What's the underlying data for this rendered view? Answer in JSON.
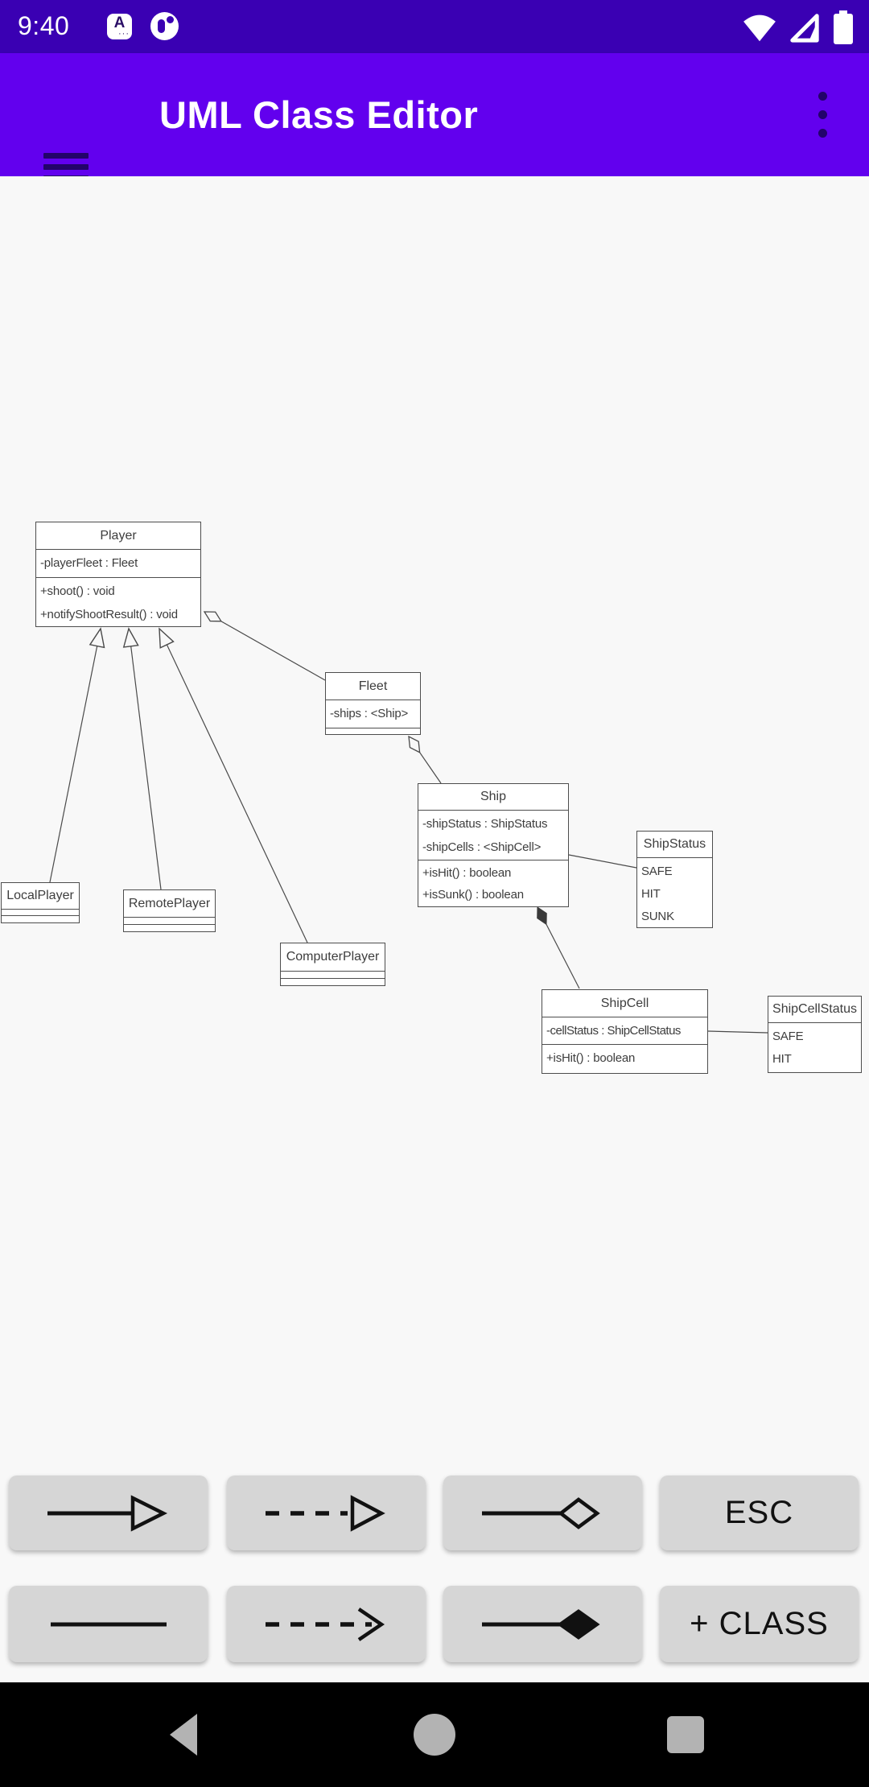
{
  "status_bar": {
    "time": "9:40",
    "notification_icons": [
      "app-a-badge",
      "app-logo-circle"
    ],
    "system_icons": [
      "wifi",
      "cell-signal",
      "battery"
    ]
  },
  "app_bar": {
    "title": "UML Class Editor",
    "menu_icon": "hamburger",
    "overflow_icon": "three-dot-menu"
  },
  "diagram": {
    "classes": [
      {
        "name": "Player",
        "attributes": [
          "-playerFleet : Fleet"
        ],
        "methods": [
          "+shoot() : void",
          "+notifyShootResult() : void"
        ]
      },
      {
        "name": "Fleet",
        "attributes": [
          "-ships : <Ship>"
        ],
        "methods": []
      },
      {
        "name": "Ship",
        "attributes": [
          "-shipStatus : ShipStatus",
          "-shipCells : <ShipCell>"
        ],
        "methods": [
          "+isHit() : boolean",
          "+isSunk() : boolean"
        ]
      },
      {
        "name": "ShipStatus",
        "values": [
          "SAFE",
          "HIT",
          "SUNK"
        ]
      },
      {
        "name": "ShipCell",
        "attributes": [
          "-cellStatus : ShipCellStatus"
        ],
        "methods": [
          "+isHit() : boolean"
        ]
      },
      {
        "name": "ShipCellStatus",
        "values": [
          "SAFE",
          "HIT"
        ]
      },
      {
        "name": "LocalPlayer",
        "attributes": [],
        "methods": []
      },
      {
        "name": "RemotePlayer",
        "attributes": [],
        "methods": []
      },
      {
        "name": "ComputerPlayer",
        "attributes": [],
        "methods": []
      }
    ],
    "relationships": [
      {
        "type": "generalization",
        "from": "LocalPlayer",
        "to": "Player"
      },
      {
        "type": "generalization",
        "from": "RemotePlayer",
        "to": "Player"
      },
      {
        "type": "generalization",
        "from": "ComputerPlayer",
        "to": "Player"
      },
      {
        "type": "aggregation",
        "whole": "Player",
        "part": "Fleet"
      },
      {
        "type": "aggregation",
        "whole": "Fleet",
        "part": "Ship"
      },
      {
        "type": "association",
        "from": "Ship",
        "to": "ShipStatus"
      },
      {
        "type": "composition",
        "whole": "Ship",
        "part": "ShipCell"
      },
      {
        "type": "association",
        "from": "ShipCell",
        "to": "ShipCellStatus"
      }
    ]
  },
  "toolbar": {
    "buttons": [
      {
        "id": "generalization",
        "glyph": "solid-line-hollow-triangle"
      },
      {
        "id": "realization",
        "glyph": "dashed-line-hollow-triangle"
      },
      {
        "id": "aggregation",
        "glyph": "solid-line-hollow-diamond"
      },
      {
        "id": "escape",
        "label": "ESC"
      },
      {
        "id": "association",
        "glyph": "solid-line"
      },
      {
        "id": "dependency",
        "glyph": "dashed-line-open-arrow"
      },
      {
        "id": "composition",
        "glyph": "solid-line-filled-diamond"
      },
      {
        "id": "add_class",
        "label": "+ CLASS"
      }
    ]
  },
  "nav_bar": {
    "icons": [
      "back",
      "home",
      "recents"
    ]
  },
  "colors": {
    "status_bar_bg": "#3A00B3",
    "app_bar_bg": "#6200EE",
    "app_bar_title": "#FFFFFF",
    "menu_icon": "#23036A",
    "canvas_bg": "#F8F8F8",
    "box_border": "#4D4D4D",
    "box_fill": "#FFFFFF",
    "box_text": "#3D3D3D",
    "edge": "#4A4A4A",
    "button_bg": "#D6D6D6",
    "button_text": "#111111",
    "nav_bg": "#000000",
    "nav_icon": "#B3B3B3"
  }
}
